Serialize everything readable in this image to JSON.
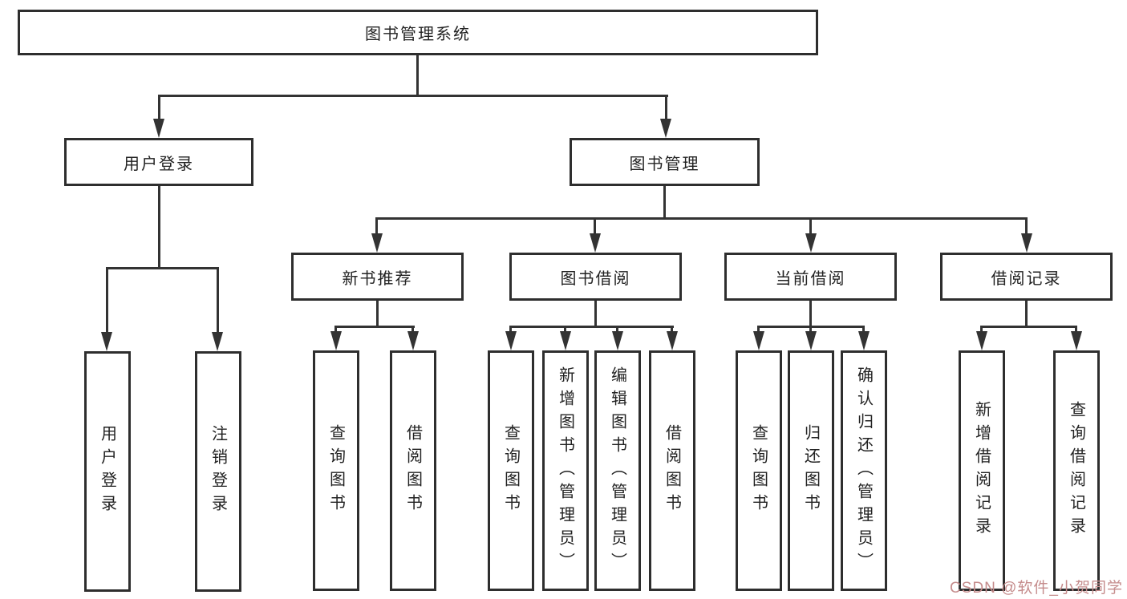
{
  "tree": {
    "label": "图书管理系统",
    "children": [
      {
        "label": "用户登录",
        "children": [
          {
            "label": "用户登录"
          },
          {
            "label": "注销登录"
          }
        ]
      },
      {
        "label": "图书管理",
        "children": [
          {
            "label": "新书推荐",
            "children": [
              {
                "label": "查询图书"
              },
              {
                "label": "借阅图书"
              }
            ]
          },
          {
            "label": "图书借阅",
            "children": [
              {
                "label": "查询图书"
              },
              {
                "label": "新增图书（管理员）"
              },
              {
                "label": "编辑图书（管理员）"
              },
              {
                "label": "借阅图书"
              }
            ]
          },
          {
            "label": "当前借阅",
            "children": [
              {
                "label": "查询图书"
              },
              {
                "label": "归还图书"
              },
              {
                "label": "确认归还（管理员）"
              }
            ]
          },
          {
            "label": "借阅记录",
            "children": [
              {
                "label": "新增借阅记录"
              },
              {
                "label": "查询借阅记录"
              }
            ]
          }
        ]
      }
    ]
  },
  "watermark": {
    "text": "CSDN @软件_小贺同学",
    "color": "#c58c8c"
  },
  "colors": {
    "background": "#ffffff",
    "box_border": "#2e2e2e",
    "connector_line": "#333333",
    "text": "#222222"
  }
}
